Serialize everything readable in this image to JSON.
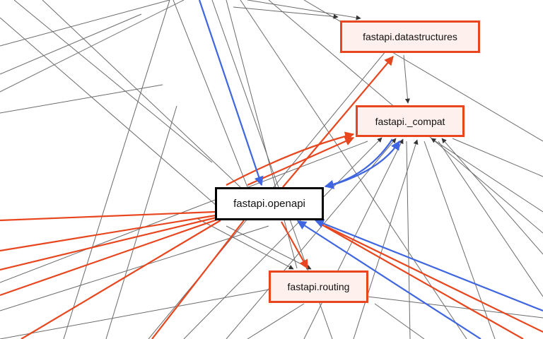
{
  "colors": {
    "background": "#ffffff",
    "edge_default": "#6b6b6b",
    "edge_highlight_out": "#e8461e",
    "edge_highlight_in": "#3f66e0",
    "node_fill": "#fef0ec",
    "node_border": "#e8461e",
    "focus_border": "#000000",
    "focus_fill": "#ffffff"
  },
  "graph": {
    "nodes": [
      {
        "id": "datastructures",
        "label": "fastapi.datastructures",
        "focused": false
      },
      {
        "id": "compat",
        "label": "fastapi._compat",
        "focused": false
      },
      {
        "id": "openapi",
        "label": "fastapi.openapi",
        "focused": true
      },
      {
        "id": "routing",
        "label": "fastapi.routing",
        "focused": false
      }
    ],
    "edges": [
      {
        "from": "openapi",
        "to": "datastructures",
        "kind": "out"
      },
      {
        "from": "openapi",
        "to": "compat",
        "kind": "out"
      },
      {
        "from": "openapi",
        "to": "routing",
        "kind": "out"
      },
      {
        "from": "compat",
        "to": "openapi",
        "kind": "in"
      },
      {
        "from": "datastructures",
        "to": "compat",
        "kind": "neutral"
      }
    ]
  }
}
